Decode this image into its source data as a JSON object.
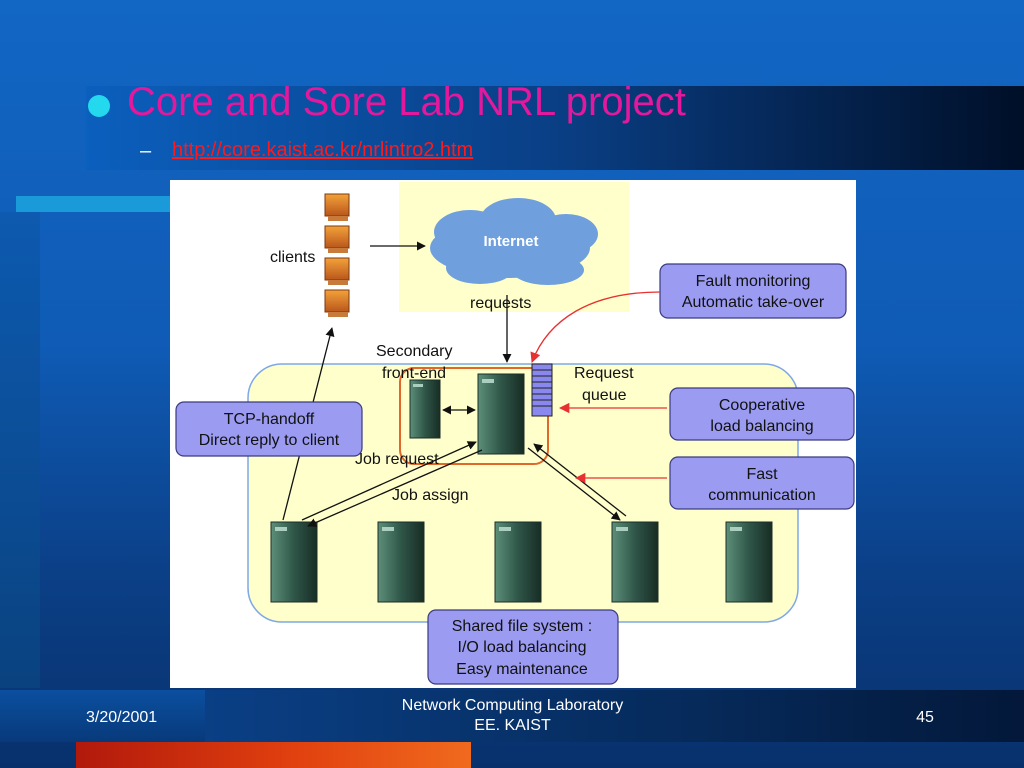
{
  "slide": {
    "title": "Core and Sore Lab NRL project",
    "link": "http://core.kaist.ac.kr/nrlintro2.htm",
    "sub_bullet": "–"
  },
  "diagram": {
    "clients_label": "clients",
    "internet_label": "Internet",
    "requests_label": "requests",
    "secondary_front_end_line1": "Secondary",
    "secondary_front_end_line2": "front-end",
    "request_queue_line1": "Request",
    "request_queue_line2": "queue",
    "job_request_label": "Job request",
    "job_assign_label": "Job assign",
    "fault_box": [
      "Fault monitoring",
      "Automatic take-over"
    ],
    "coop_box": [
      "Cooperative",
      "load balancing"
    ],
    "fast_box": [
      "Fast",
      "communication"
    ],
    "tcp_box": [
      "TCP-handoff",
      "Direct reply to client"
    ],
    "shared_box": [
      "Shared file system :",
      "I/O load balancing",
      "Easy maintenance"
    ],
    "colors": {
      "callout_fill": "#9b9bf2",
      "cluster_fill": "#ffffcc",
      "cloud_fill": "#6f9fdc",
      "arrow_red": "#e83030"
    }
  },
  "footer": {
    "date": "3/20/2001",
    "lab_line1": "Network Computing Laboratory",
    "lab_line2": "EE. KAIST",
    "page": "45"
  }
}
